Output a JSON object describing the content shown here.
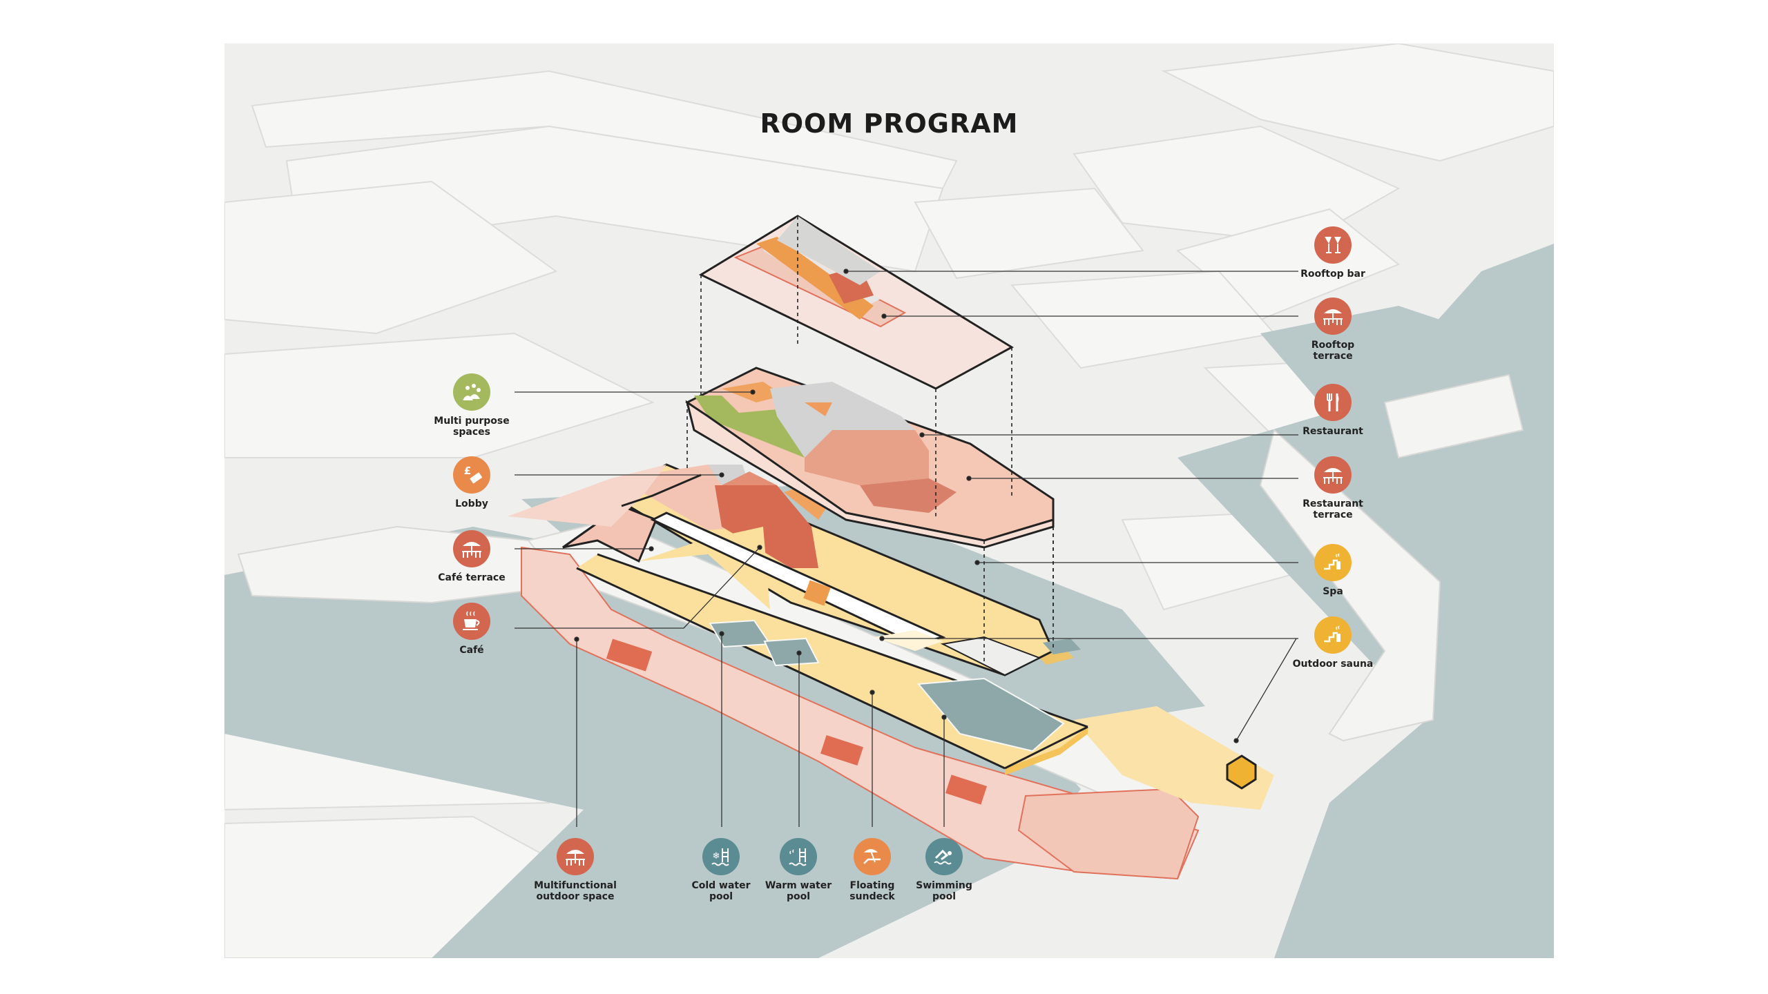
{
  "title": "ROOM PROGRAM",
  "colors": {
    "red": "#d2664f",
    "orange": "#ea8a4a",
    "yellow": "#f0b233",
    "green": "#a4b95e",
    "teal": "#5b8b93",
    "water": "#b9c8c8",
    "deck_yellow": "#fbdf9c",
    "deck_pink": "#f6d3c8",
    "block_salmon": "#e6a08b"
  },
  "labels": [
    {
      "key": "rooftop_bar",
      "icon": "wine-glasses-icon",
      "color": "red",
      "lines": [
        "Rooftop bar"
      ]
    },
    {
      "key": "rooftop_terrace",
      "icon": "terrace-umbrella-icon",
      "color": "red",
      "lines": [
        "Rooftop",
        "terrace"
      ]
    },
    {
      "key": "restaurant",
      "icon": "fork-knife-icon",
      "color": "red",
      "lines": [
        "Restaurant"
      ]
    },
    {
      "key": "restaurant_terrace",
      "icon": "terrace-umbrella-icon",
      "color": "red",
      "lines": [
        "Restaurant",
        "terrace"
      ]
    },
    {
      "key": "spa",
      "icon": "spa-icon",
      "color": "yellow",
      "lines": [
        "Spa"
      ]
    },
    {
      "key": "outdoor_sauna",
      "icon": "sauna-icon",
      "color": "yellow",
      "lines": [
        "Outdoor sauna"
      ]
    },
    {
      "key": "multi_purpose",
      "icon": "people-group-icon",
      "color": "green",
      "lines": [
        "Multi purpose",
        "spaces"
      ]
    },
    {
      "key": "lobby",
      "icon": "pound-ticket-icon",
      "color": "orange",
      "lines": [
        "Lobby"
      ]
    },
    {
      "key": "cafe_terrace",
      "icon": "terrace-umbrella-icon",
      "color": "red",
      "lines": [
        "Café terrace"
      ]
    },
    {
      "key": "cafe",
      "icon": "coffee-cup-icon",
      "color": "red",
      "lines": [
        "Café"
      ]
    },
    {
      "key": "multifunctional",
      "icon": "terrace-umbrella-icon",
      "color": "red",
      "lines": [
        "Multifunctional",
        "outdoor space"
      ]
    },
    {
      "key": "cold_pool",
      "icon": "cold-pool-icon",
      "color": "teal",
      "lines": [
        "Cold water",
        "pool"
      ]
    },
    {
      "key": "warm_pool",
      "icon": "warm-pool-icon",
      "color": "teal",
      "lines": [
        "Warm water",
        "pool"
      ]
    },
    {
      "key": "sundeck",
      "icon": "sunbed-icon",
      "color": "orange",
      "lines": [
        "Floating",
        "sundeck"
      ]
    },
    {
      "key": "swimming_pool",
      "icon": "swimmer-icon",
      "color": "teal",
      "lines": [
        "Swimming",
        "pool"
      ]
    }
  ]
}
